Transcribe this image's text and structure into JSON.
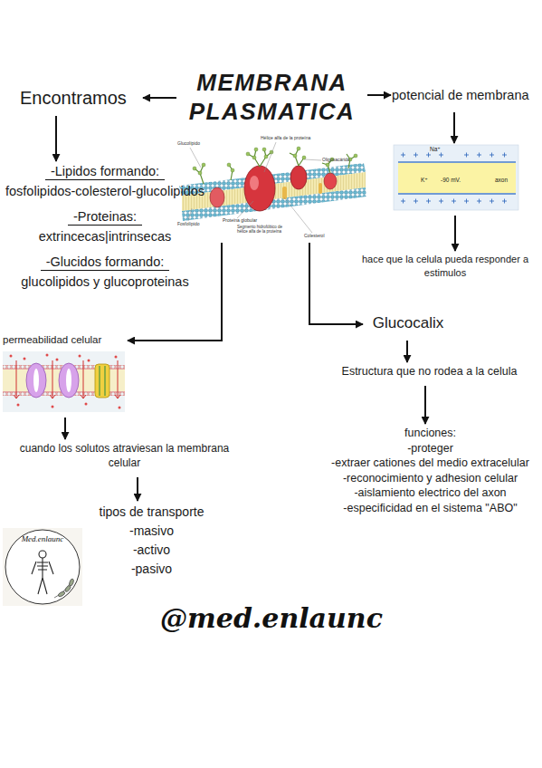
{
  "diagram": {
    "nodes": [
      {
        "text": [
          "MEMBRANA PLASMATICA"
        ]
      },
      {
        "text": [
          "Encontramos"
        ]
      },
      {
        "text": [
          "potencial de membrana"
        ]
      },
      {
        "text": [
          "Na⁺",
          "K⁺",
          "-90 mV.",
          "axon"
        ]
      },
      {
        "text": [
          "hace que la celula pueda responder a estimulos"
        ]
      },
      {
        "text": [
          "-Lipidos formando:",
          "fosfolipidos-colesterol-glucolipidos",
          "-Proteinas:",
          "extrincecas|intrinsecas",
          "-Glucidos formando:",
          "glucolipidos y glucoproteinas"
        ]
      },
      {
        "text": [
          "permeabilidad celular"
        ]
      },
      {
        "text": [
          "cuando los solutos atraviesan la membrana celular"
        ]
      },
      {
        "text": [
          "tipos de transporte",
          "-masivo",
          "-activo",
          "-pasivo"
        ]
      },
      {
        "text": [
          "Glucocalix"
        ]
      },
      {
        "text": [
          "Estructura que no rodea a la celula"
        ]
      },
      {
        "text": [
          "funciones:",
          "-proteger",
          "-extraer cationes del medio extracelular",
          "-reconocimiento y adhesion celular",
          "-aislamiento electrico del axon",
          "-especificidad en el sistema \"ABO\""
        ]
      }
    ],
    "edges": [
      {
        "from": 0,
        "to": 1,
        "arrow": "to"
      },
      {
        "from": 0,
        "to": 2,
        "arrow": "to"
      },
      {
        "from": 2,
        "to": 3,
        "arrow": "to"
      },
      {
        "from": 3,
        "to": 4,
        "arrow": "to"
      },
      {
        "from": 1,
        "to": 5,
        "arrow": "to"
      },
      {
        "from": 0,
        "to": 6,
        "arrow": "to"
      },
      {
        "from": 6,
        "to": 7,
        "arrow": "to"
      },
      {
        "from": 7,
        "to": 8,
        "arrow": "to"
      },
      {
        "from": 0,
        "to": 9,
        "arrow": "to"
      },
      {
        "from": 9,
        "to": 10,
        "arrow": "to"
      },
      {
        "from": 10,
        "to": 11,
        "arrow": "to"
      }
    ],
    "labels": [
      "Glucolípido",
      "Hélice alfa de la proteína",
      "Oligosacárido",
      "Fosfolípido",
      "Proteína globular",
      "Segmento hidrofóbico de hélice alfa de la proteína",
      "Colesterol",
      "Med.enlaunc",
      "@med.enlaunc"
    ]
  }
}
